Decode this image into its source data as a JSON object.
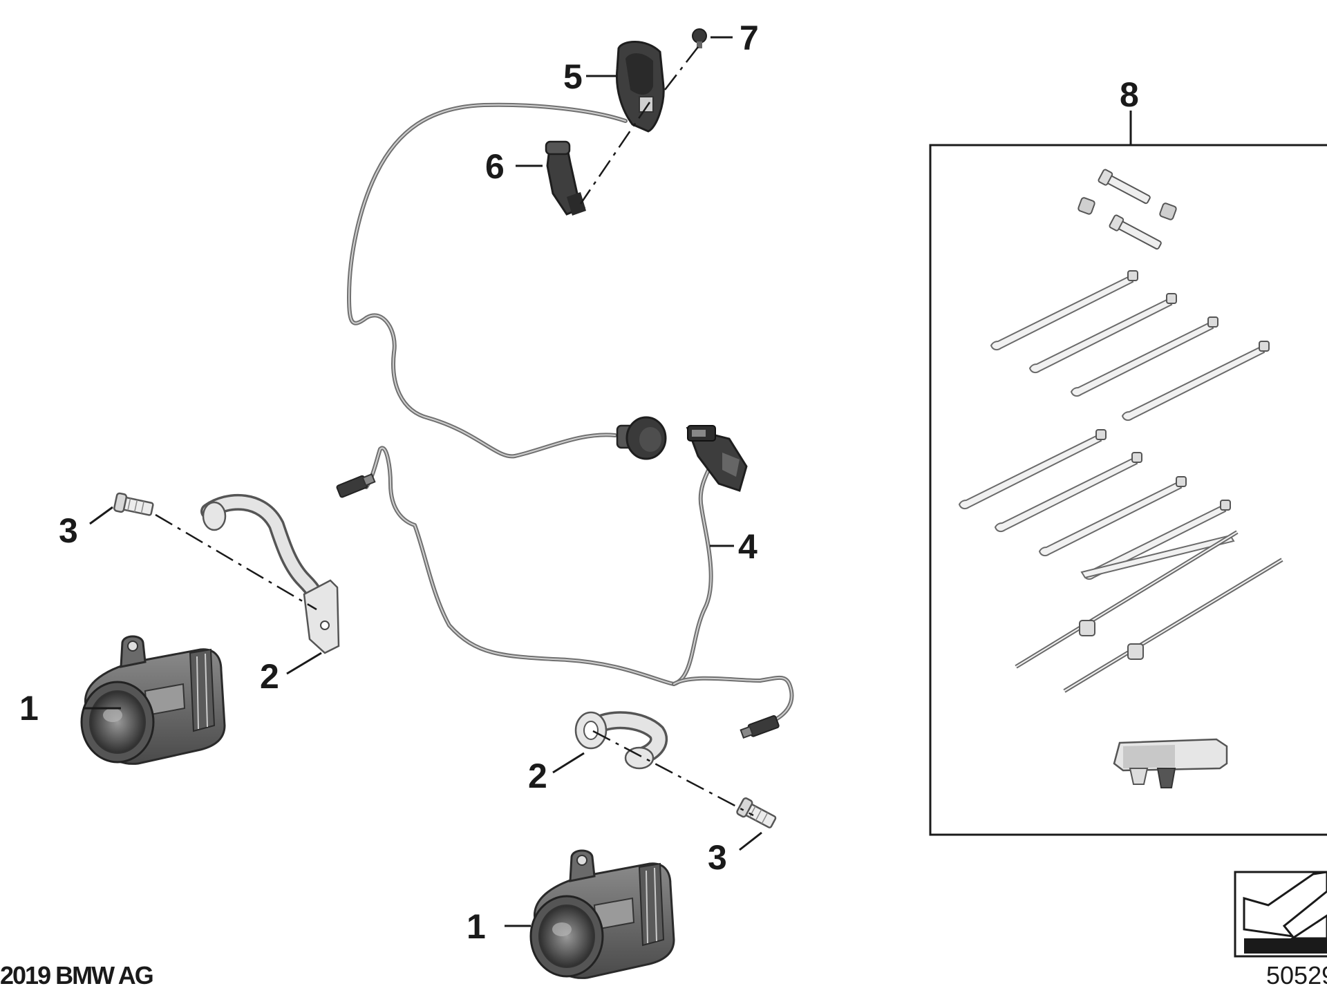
{
  "callouts": {
    "c1a": "1",
    "c1b": "1",
    "c2a": "2",
    "c2b": "2",
    "c3a": "3",
    "c3b": "3",
    "c4": "4",
    "c5": "5",
    "c6": "6",
    "c7": "7",
    "c8": "8"
  },
  "footer": {
    "copyright": "2019 BMW AG",
    "diagram_number": "50529"
  },
  "icons": {
    "auxiliary_light": "auxiliary-light-icon",
    "holder": "holder-bracket-icon",
    "screw": "screw-icon",
    "wiring_harness": "wiring-harness-icon",
    "switch": "switch-icon",
    "connector": "connector-icon",
    "kit": "mounting-kit-icon",
    "view_arrow": "view-direction-arrow-icon"
  }
}
